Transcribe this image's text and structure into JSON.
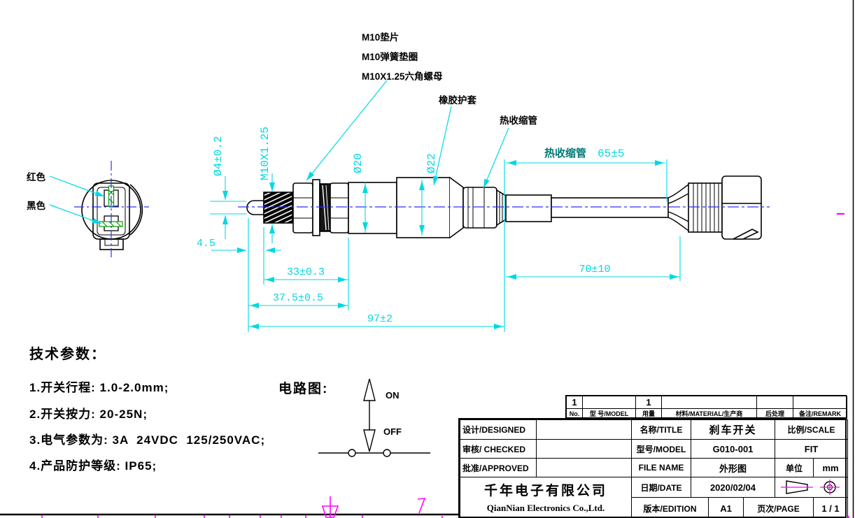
{
  "callouts": {
    "washer": "M10垫片",
    "spring_washer": "M10弹簧垫圈",
    "hex_nut": "M10X1.25六角螺母",
    "rubber_boot": "橡胶护套",
    "heat_shrink_tube": "热收缩管"
  },
  "end_view": {
    "red_wire": "红色",
    "black_wire": "黑色"
  },
  "dimensions": {
    "tip_diameter": "Ø4±0.2",
    "thread_spec": "M10X1.25",
    "dia20": "Ø20",
    "dia22": "Ø22",
    "heat_shrink_prefix": "热收缩管",
    "heat_shrink_length": "65±5",
    "tip_length": "4.5",
    "thread_to_body": "33±0.3",
    "tip_to_body": "37.5±0.5",
    "total_length": "97±2",
    "cable_length": "70±10"
  },
  "tech_params": {
    "heading": "技术参数：",
    "items": [
      "1.开关行程: 1.0-2.0mm;",
      "2.开关按力: 20-25N;",
      "3.电气参数为: 3A  24VDC  125/250VAC;",
      "4.产品防护等级: IP65;"
    ]
  },
  "circuit": {
    "label": "电路图:",
    "on": "ON",
    "off": "OFF"
  },
  "parts_table": {
    "headers": {
      "no": "No.",
      "model": "型 号/MODEL",
      "qty": "用量",
      "material": "材料/MATERIAL/生产商",
      "post_process": "后处理",
      "remark": "备注/REMARK"
    },
    "row": {
      "no": "1",
      "qty": "1"
    }
  },
  "title_block": {
    "designed_label": "设计/DESIGNED",
    "checked_label": "审核/ CHECKED",
    "approved_label": "批准/APPROVED",
    "company_cn": "千年电子有限公司",
    "company_en": "QianNian Electronics Co.,Ltd.",
    "title_label": "名称/TITLE",
    "title_value": "刹车开关",
    "scale_label": "比例/SCALE",
    "scale_value": "FIT",
    "model_label": "型号/MODEL",
    "model_value": "G010-001",
    "file_label": "FILE NAME",
    "file_value": "外形图",
    "unit_label": "单位",
    "unit_value": "mm",
    "date_label": "日期/DATE",
    "date_value": "2020/02/04",
    "edition_label": "版本/EDITION",
    "edition_value": "A1",
    "page_label": "页次/PAGE",
    "page_value": "1 / 1"
  },
  "colors": {
    "dimension_cyan": "#00d8e2",
    "centerline_blue": "#2e2eff",
    "terminal_green": "#00a000",
    "mark_magenta": "#ff00ff",
    "heat_shrink_label_teal": "#007878",
    "line_black": "#000000"
  }
}
